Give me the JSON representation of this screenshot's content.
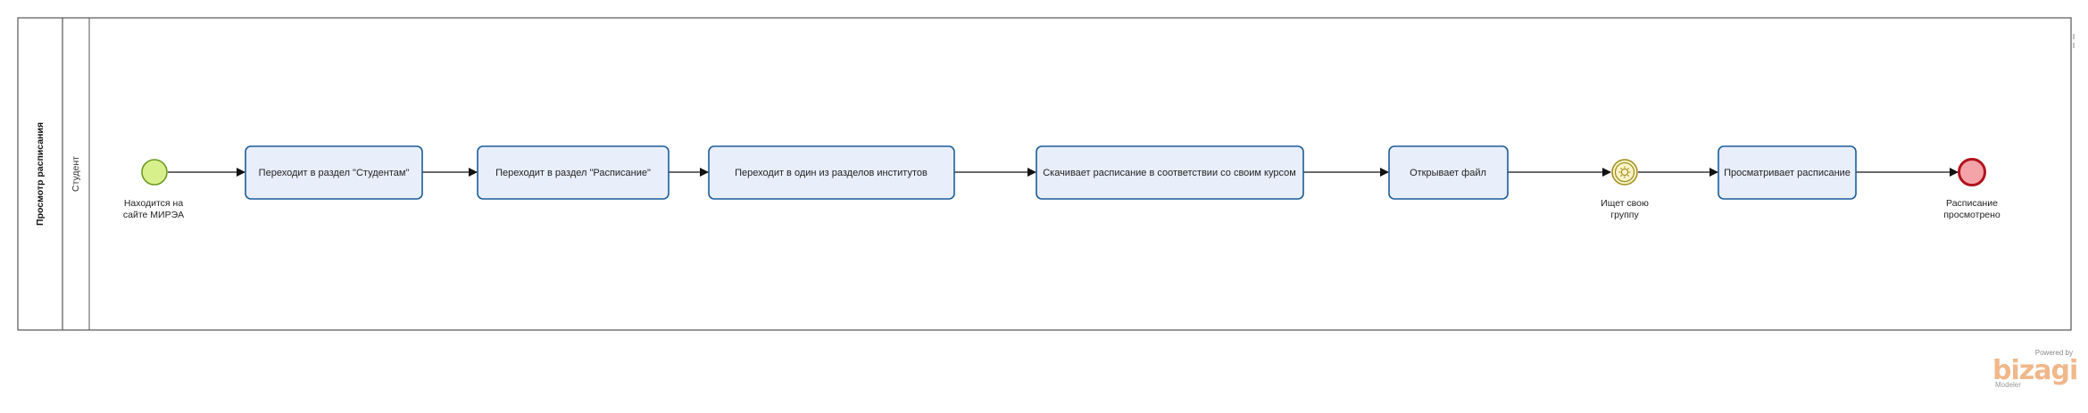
{
  "pool": {
    "label": "Просмотр расписания"
  },
  "lane": {
    "label": "Студент"
  },
  "elements": [
    {
      "id": "start",
      "kind": "start-event",
      "label_lines": [
        "Находится на",
        "сайте МИРЭА"
      ],
      "color": "#d8f08c",
      "stroke": "#6a9a1f"
    },
    {
      "id": "t1",
      "kind": "task",
      "label": "Переходит в раздел \"Студентам\""
    },
    {
      "id": "t2",
      "kind": "task",
      "label": "Переходит в раздел \"Расписание\""
    },
    {
      "id": "t3",
      "kind": "task",
      "label": "Переходит в один из разделов институтов"
    },
    {
      "id": "t4",
      "kind": "task",
      "label": "Скачивает расписание в соответствии со своим курсом"
    },
    {
      "id": "t5",
      "kind": "task",
      "label": "Открывает файл"
    },
    {
      "id": "mid",
      "kind": "intermediate-event",
      "label_lines": [
        "Ищет свою",
        "группу"
      ],
      "color": "#f8f3c8",
      "stroke": "#a08a1a"
    },
    {
      "id": "t6",
      "kind": "task",
      "label": "Просматривает расписание"
    },
    {
      "id": "end",
      "kind": "end-event",
      "label_lines": [
        "Расписание",
        "просмотрено"
      ],
      "color": "#f4a4a8",
      "stroke": "#b0131d"
    }
  ],
  "colors": {
    "task_fill": "#e8eefa",
    "task_stroke": "#1c5d99",
    "line": "#111111"
  },
  "watermark": {
    "powered": "Powered by",
    "brand": "bizagi",
    "product": "Modeler"
  }
}
